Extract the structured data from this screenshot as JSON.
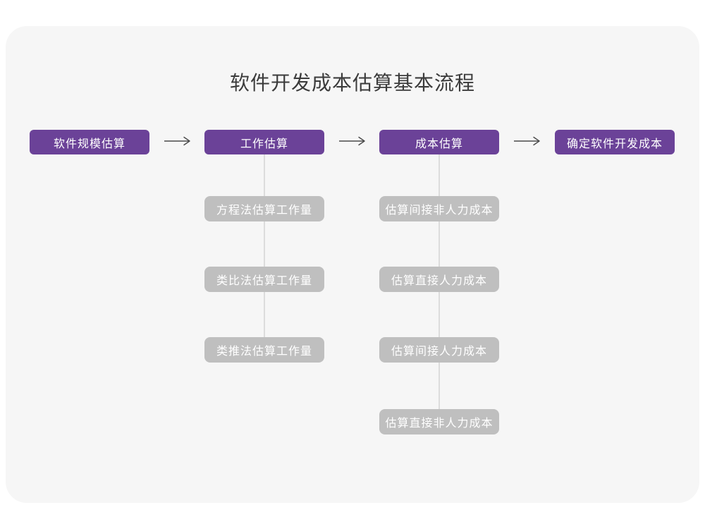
{
  "title": "软件开发成本估算基本流程",
  "colors": {
    "page_background": "#ffffff",
    "card_background": "#f6f6f6",
    "primary_box": "#6b4298",
    "secondary_box": "#bfbfbf",
    "box_text": "#ffffff",
    "title_text": "#3b3b3b",
    "arrow": "#4a4a4a",
    "connector_line": "#dcdcdc"
  },
  "flow": {
    "main_steps": [
      {
        "label": "软件规模估算"
      },
      {
        "label": "工作估算"
      },
      {
        "label": "成本估算"
      },
      {
        "label": "确定软件开发成本"
      }
    ],
    "work_sub_steps": [
      {
        "label": "方程法估算工作量"
      },
      {
        "label": "类比法估算工作量"
      },
      {
        "label": "类推法估算工作量"
      }
    ],
    "cost_sub_steps": [
      {
        "label": "估算间接非人力成本"
      },
      {
        "label": "估算直接人力成本"
      },
      {
        "label": "估算间接人力成本"
      },
      {
        "label": "估算直接非人力成本"
      }
    ]
  }
}
